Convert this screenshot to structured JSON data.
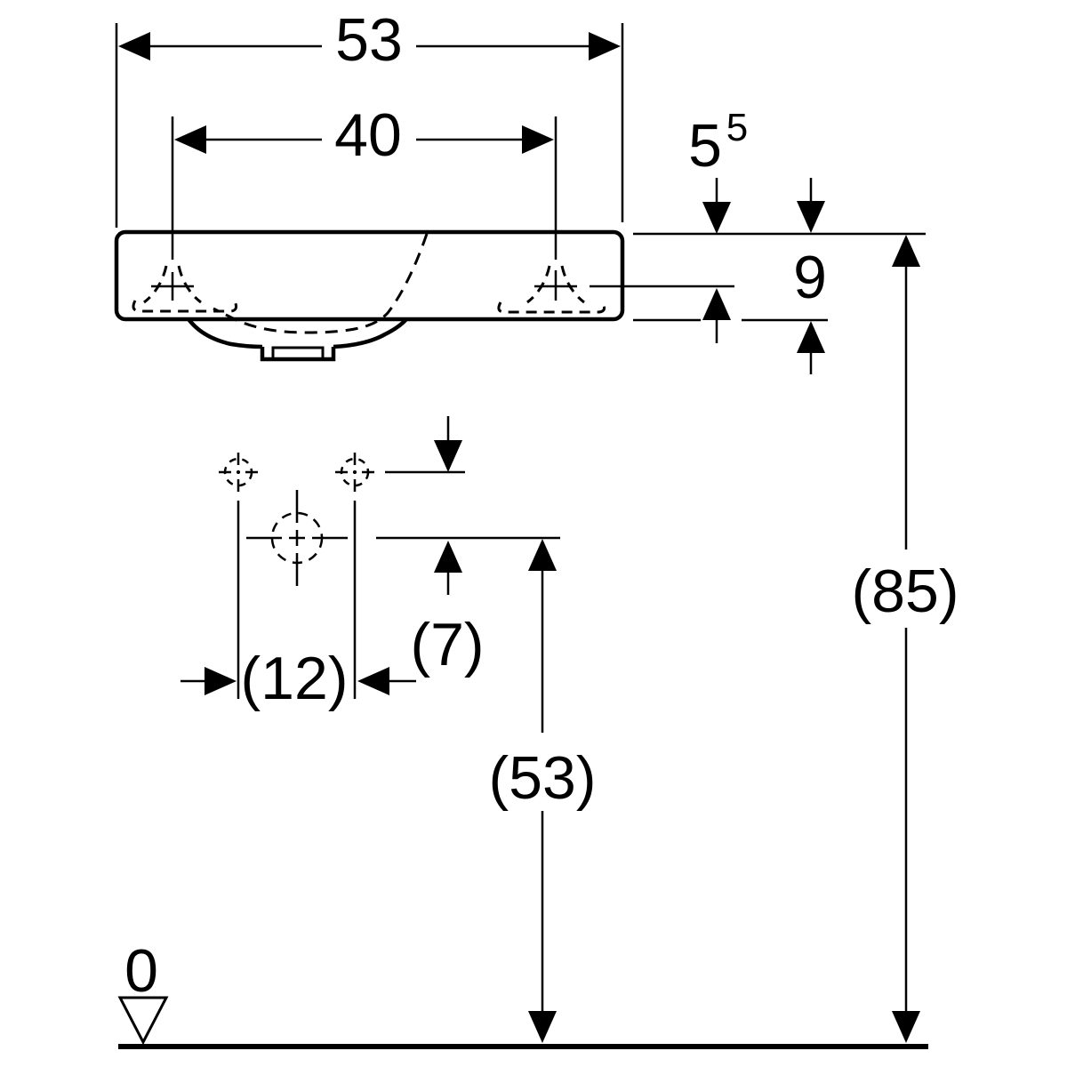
{
  "drawing": {
    "background_color": "#ffffff",
    "line_color": "#000000",
    "dimensions": {
      "overall_width": "53",
      "tap_hole_spacing": "40",
      "tap_deck_height_main": "5",
      "tap_deck_height_sup": "5",
      "basin_height": "9",
      "rim_height_above_floor": "(85)",
      "fixing_hole_spacing": "(12)",
      "fixing_to_outlet_offset": "(7)",
      "outlet_height_above_floor": "(53)",
      "floor_datum": "0"
    },
    "icons": {
      "datum_symbol": "open-triangle-down"
    }
  }
}
